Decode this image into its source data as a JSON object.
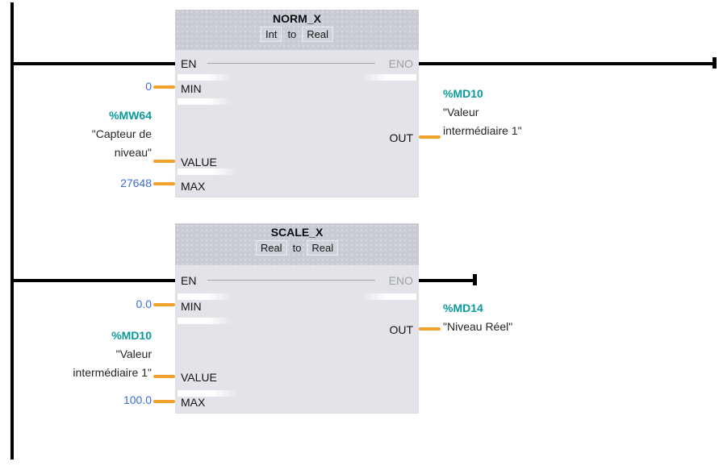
{
  "colors": {
    "block_header_bg": "#c9cbd5",
    "block_body_bg": "#e3e4e9",
    "wire_black": "#000000",
    "connector_orange": "#f0a22e",
    "constant_blue": "#3e6bd5",
    "address_teal": "#0a9a9a",
    "eno_gray": "#9da0a6"
  },
  "networks": [
    {
      "block": {
        "title": "NORM_X",
        "conversion": {
          "from": "Int",
          "word": "to",
          "to": "Real"
        },
        "pins": {
          "en": "EN",
          "eno": "ENO",
          "min": "MIN",
          "value": "VALUE",
          "max": "MAX",
          "out": "OUT"
        },
        "operands": {
          "min": "0",
          "max": "27648",
          "value": {
            "address": "%MW64",
            "line1": "\"Capteur de",
            "line2": "niveau\""
          },
          "out": {
            "address": "%MD10",
            "line1": "\"Valeur",
            "line2": "intermédiaire 1\""
          }
        }
      }
    },
    {
      "block": {
        "title": "SCALE_X",
        "conversion": {
          "from": "Real",
          "word": "to",
          "to": "Real"
        },
        "pins": {
          "en": "EN",
          "eno": "ENO",
          "min": "MIN",
          "value": "VALUE",
          "max": "MAX",
          "out": "OUT"
        },
        "operands": {
          "min": "0.0",
          "max": "100.0",
          "value": {
            "address": "%MD10",
            "line1": "\"Valeur",
            "line2": "intermédiaire 1\""
          },
          "out": {
            "address": "%MD14",
            "line1": "\"Niveau Réel\""
          }
        }
      }
    }
  ]
}
